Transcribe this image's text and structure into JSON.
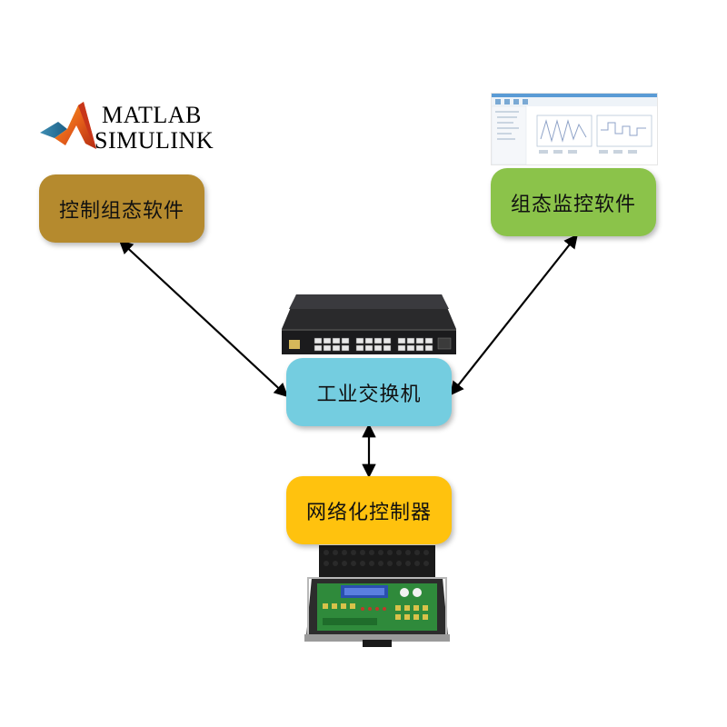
{
  "nodes": {
    "control_software": "控制组态软件",
    "monitor_software": "组态监控软件",
    "industrial_switch": "工业交换机",
    "network_controller": "网络化控制器"
  },
  "logo": {
    "line1": "MATLAB",
    "line2": "SIMULINK"
  },
  "colors": {
    "control_software": "#b58a2e",
    "monitor_software": "#8bc34a",
    "industrial_switch": "#74cde0",
    "network_controller": "#ffc20e",
    "arrow": "#000000"
  },
  "icons": {
    "matlab": "matlab-membrane-logo",
    "monitor_screenshot": "software-screenshot",
    "switch": "network-switch-device",
    "controller": "controller-case-device"
  }
}
